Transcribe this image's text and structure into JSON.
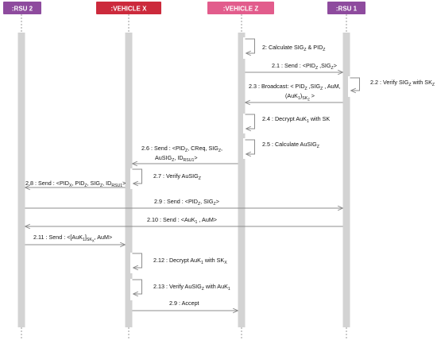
{
  "colors": {
    "rsu2": "#8e4b9e",
    "vehicle_x": "#cc2a3c",
    "vehicle_z": "#e25c8c",
    "rsu1": "#8e4b9e",
    "lifeline": "#d3d3d3",
    "arrow": "#8c8c8c"
  },
  "participants": [
    {
      "id": "rsu2",
      "label": ":RSU 2"
    },
    {
      "id": "vehx",
      "label": ":VEHICLE X"
    },
    {
      "id": "vehz",
      "label": ":VEHICLE Z"
    },
    {
      "id": "rsu1",
      "label": ":RSU 1"
    }
  ],
  "messages": [
    {
      "id": "m1",
      "from": "vehz",
      "to": "vehz",
      "lines": [
        [
          "2: Calculate SIG",
          {
            "sub": "Z"
          },
          " & PID",
          {
            "sub": "Z"
          }
        ]
      ]
    },
    {
      "id": "m2",
      "from": "vehz",
      "to": "rsu1",
      "lines": [
        [
          "2.1 : Send : <PID",
          {
            "sub": "Z"
          },
          " ,SIG",
          {
            "sub": "Z"
          },
          ">"
        ]
      ]
    },
    {
      "id": "m3",
      "from": "rsu1",
      "to": "rsu1",
      "lines": [
        [
          "2.2 : Verify SIG",
          {
            "sub": "Z"
          },
          " with SK",
          {
            "sub": "Z"
          }
        ]
      ]
    },
    {
      "id": "m4",
      "from": "rsu1",
      "to": "vehz",
      "lines": [
        [
          "2.3 : Broadcast: < PID",
          {
            "sub": "Z"
          },
          " ,SIG",
          {
            "sub": "Z"
          },
          " , AuM,"
        ],
        [
          "(AuK",
          {
            "sub": "1"
          },
          ")",
          {
            "sub": "SK_Z"
          },
          " >"
        ]
      ]
    },
    {
      "id": "m5",
      "from": "vehz",
      "to": "vehz",
      "lines": [
        [
          "2.4 : Decrypt AuK",
          {
            "sub": "1"
          },
          " with SK"
        ]
      ]
    },
    {
      "id": "m6",
      "from": "vehz",
      "to": "vehz",
      "lines": [
        [
          "2.5 : Calculate AuSIG",
          {
            "sub": "Z"
          }
        ]
      ]
    },
    {
      "id": "m7",
      "from": "vehz",
      "to": "vehx",
      "lines": [
        [
          "2.6 : Send : <PID",
          {
            "sub": "Z"
          },
          ", CReq, SIG",
          {
            "sub": "Z"
          },
          ","
        ],
        [
          "AuSIG",
          {
            "sub": "Z"
          },
          ", ID",
          {
            "sub": "RSU1"
          },
          ">"
        ]
      ]
    },
    {
      "id": "m8",
      "from": "vehx",
      "to": "vehx",
      "lines": [
        [
          "2.7 : Verify AuSIG",
          {
            "sub": "Z"
          }
        ]
      ]
    },
    {
      "id": "m9",
      "from": "vehx",
      "to": "rsu2",
      "lines": [
        [
          "2.8 : Send : <PID",
          {
            "sub": "X"
          },
          ", PID",
          {
            "sub": "Z"
          },
          ", SIG",
          {
            "sub": "Z"
          },
          ", ID",
          {
            "sub": "RSU1"
          },
          ">"
        ]
      ]
    },
    {
      "id": "m10",
      "from": "rsu2",
      "to": "rsu1",
      "lines": [
        [
          "2.9 : Send : <PID",
          {
            "sub": "Z"
          },
          ", SIG",
          {
            "sub": "Z"
          },
          ">"
        ]
      ]
    },
    {
      "id": "m11",
      "from": "rsu1",
      "to": "rsu2",
      "lines": [
        [
          "2.10 : Send : <AuK",
          {
            "sub": "1"
          },
          " , AuM>"
        ]
      ]
    },
    {
      "id": "m12",
      "from": "rsu2",
      "to": "vehx",
      "lines": [
        [
          "2.11 : Send : <[AuK",
          {
            "sub": "1"
          },
          "]",
          {
            "sub": "SK_X"
          },
          ", AuM>"
        ]
      ]
    },
    {
      "id": "m13",
      "from": "vehx",
      "to": "vehx",
      "lines": [
        [
          "2.12 : Decrypt AuK",
          {
            "sub": "1"
          },
          " with SK",
          {
            "sub": "X"
          }
        ]
      ]
    },
    {
      "id": "m14",
      "from": "vehx",
      "to": "vehx",
      "lines": [
        [
          "2.13 : Verify AuSIG",
          {
            "sub": "Z"
          },
          " with AuK",
          {
            "sub": "1"
          }
        ]
      ]
    },
    {
      "id": "m15",
      "from": "vehx",
      "to": "vehz",
      "lines": [
        [
          "2.9 : Accept"
        ]
      ]
    }
  ]
}
